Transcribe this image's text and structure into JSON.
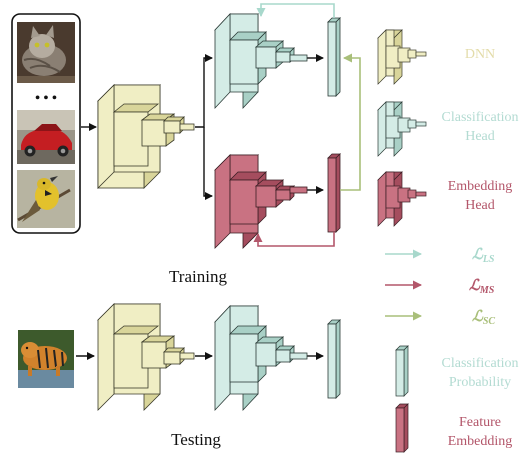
{
  "stage_labels": {
    "training": "Training",
    "testing": "Testing"
  },
  "input_images": {
    "ellipsis": "• • •",
    "icons": [
      "cat-image",
      "car-image",
      "bird-image",
      "tiger-image"
    ]
  },
  "legend": {
    "dnn": "DNN",
    "classification_head": [
      "Classification",
      "Head"
    ],
    "embedding_head": [
      "Embedding",
      "Head"
    ],
    "loss_ls": "ℒ",
    "loss_ls_sub": "LS",
    "loss_ms": "ℒ",
    "loss_ms_sub": "MS",
    "loss_sc": "ℒ",
    "loss_sc_sub": "SC",
    "classification_probability": [
      "Classification",
      "Probability"
    ],
    "feature_embedding": [
      "Feature",
      "Embedding"
    ]
  },
  "colors": {
    "dnn_front": "#f0eec4",
    "dnn_side": "#d9d59a",
    "dnn_stroke": "#3a3a2a",
    "cls_front": "#d4ece6",
    "cls_side": "#a9d0c6",
    "emb_front": "#c97282",
    "emb_side": "#a54d5e",
    "arrow_ls": "#a8d8cc",
    "arrow_ms": "#b3566a",
    "arrow_sc": "#a9bf7a",
    "dnn_text": "#e3dcaa",
    "cls_text": "#b3dbd2",
    "emb_text": "#b3566a"
  }
}
